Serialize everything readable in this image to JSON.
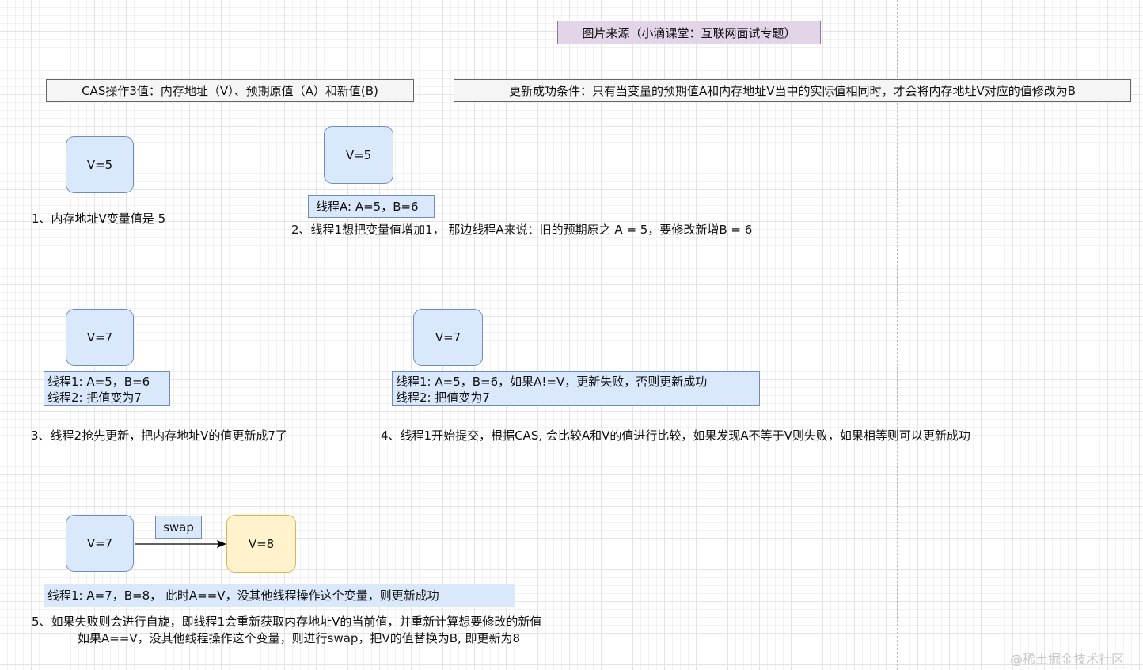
{
  "source_label": "图片来源（小滴课堂：互联网面试专题）",
  "cas_values_label": "CAS操作3值：内存地址（V）、预期原值（A）和新值(B)",
  "update_condition_label": "更新成功条件：只有当变量的预期值A和内存地址V当中的实际值相同时，才会将内存地址V对应的值修改为B",
  "step1": {
    "node": "V=5",
    "caption": "1、内存地址V变量值是 5"
  },
  "step2": {
    "node": "V=5",
    "note": "线程A:  A=5，B=6",
    "caption": "2、线程1想把变量值增加1，  那边线程A来说：旧的预期原之 A = 5，要修改新增B = 6"
  },
  "step3": {
    "node": "V=7",
    "note_lines": [
      "线程1:  A=5，B=6",
      "线程2:  把值变为7"
    ],
    "caption": "3、线程2抢先更新，把内存地址V的值更新成7了"
  },
  "step4": {
    "node": "V=7",
    "note_lines": [
      "线程1:  A=5，B=6，如果A!=V，更新失败，否则更新成功",
      "线程2:  把值变为7"
    ],
    "caption": "4、线程1开始提交，根据CAS, 会比较A和V的值进行比较，如果发现A不等于V则失败，如果相等则可以更新成功"
  },
  "step5": {
    "node_from": "V=7",
    "node_to": "V=8",
    "edge_label": "swap",
    "note": "线程1:  A=7，B=8，  此时A==V，没其他线程操作这个变量，则更新成功",
    "caption_lines": [
      "5、如果失败则会进行自旋，即线程1会重新获取内存地址V的当前值，并重新计算想要修改的新值",
      "如果A==V，没其他线程操作这个变量，则进行swap，把V的值替换为B, 即更新为8"
    ]
  },
  "watermark": "@稀土掘金技术社区",
  "colors": {
    "node_fill": "#dae8fc",
    "node_stroke": "#6c8ebf",
    "node_highlight_fill": "#fff2cc",
    "node_highlight_stroke": "#d6b656",
    "source_fill": "#e1d5e7",
    "source_stroke": "#9673a6",
    "label_fill": "#f5f5f5",
    "label_stroke": "#666666"
  }
}
